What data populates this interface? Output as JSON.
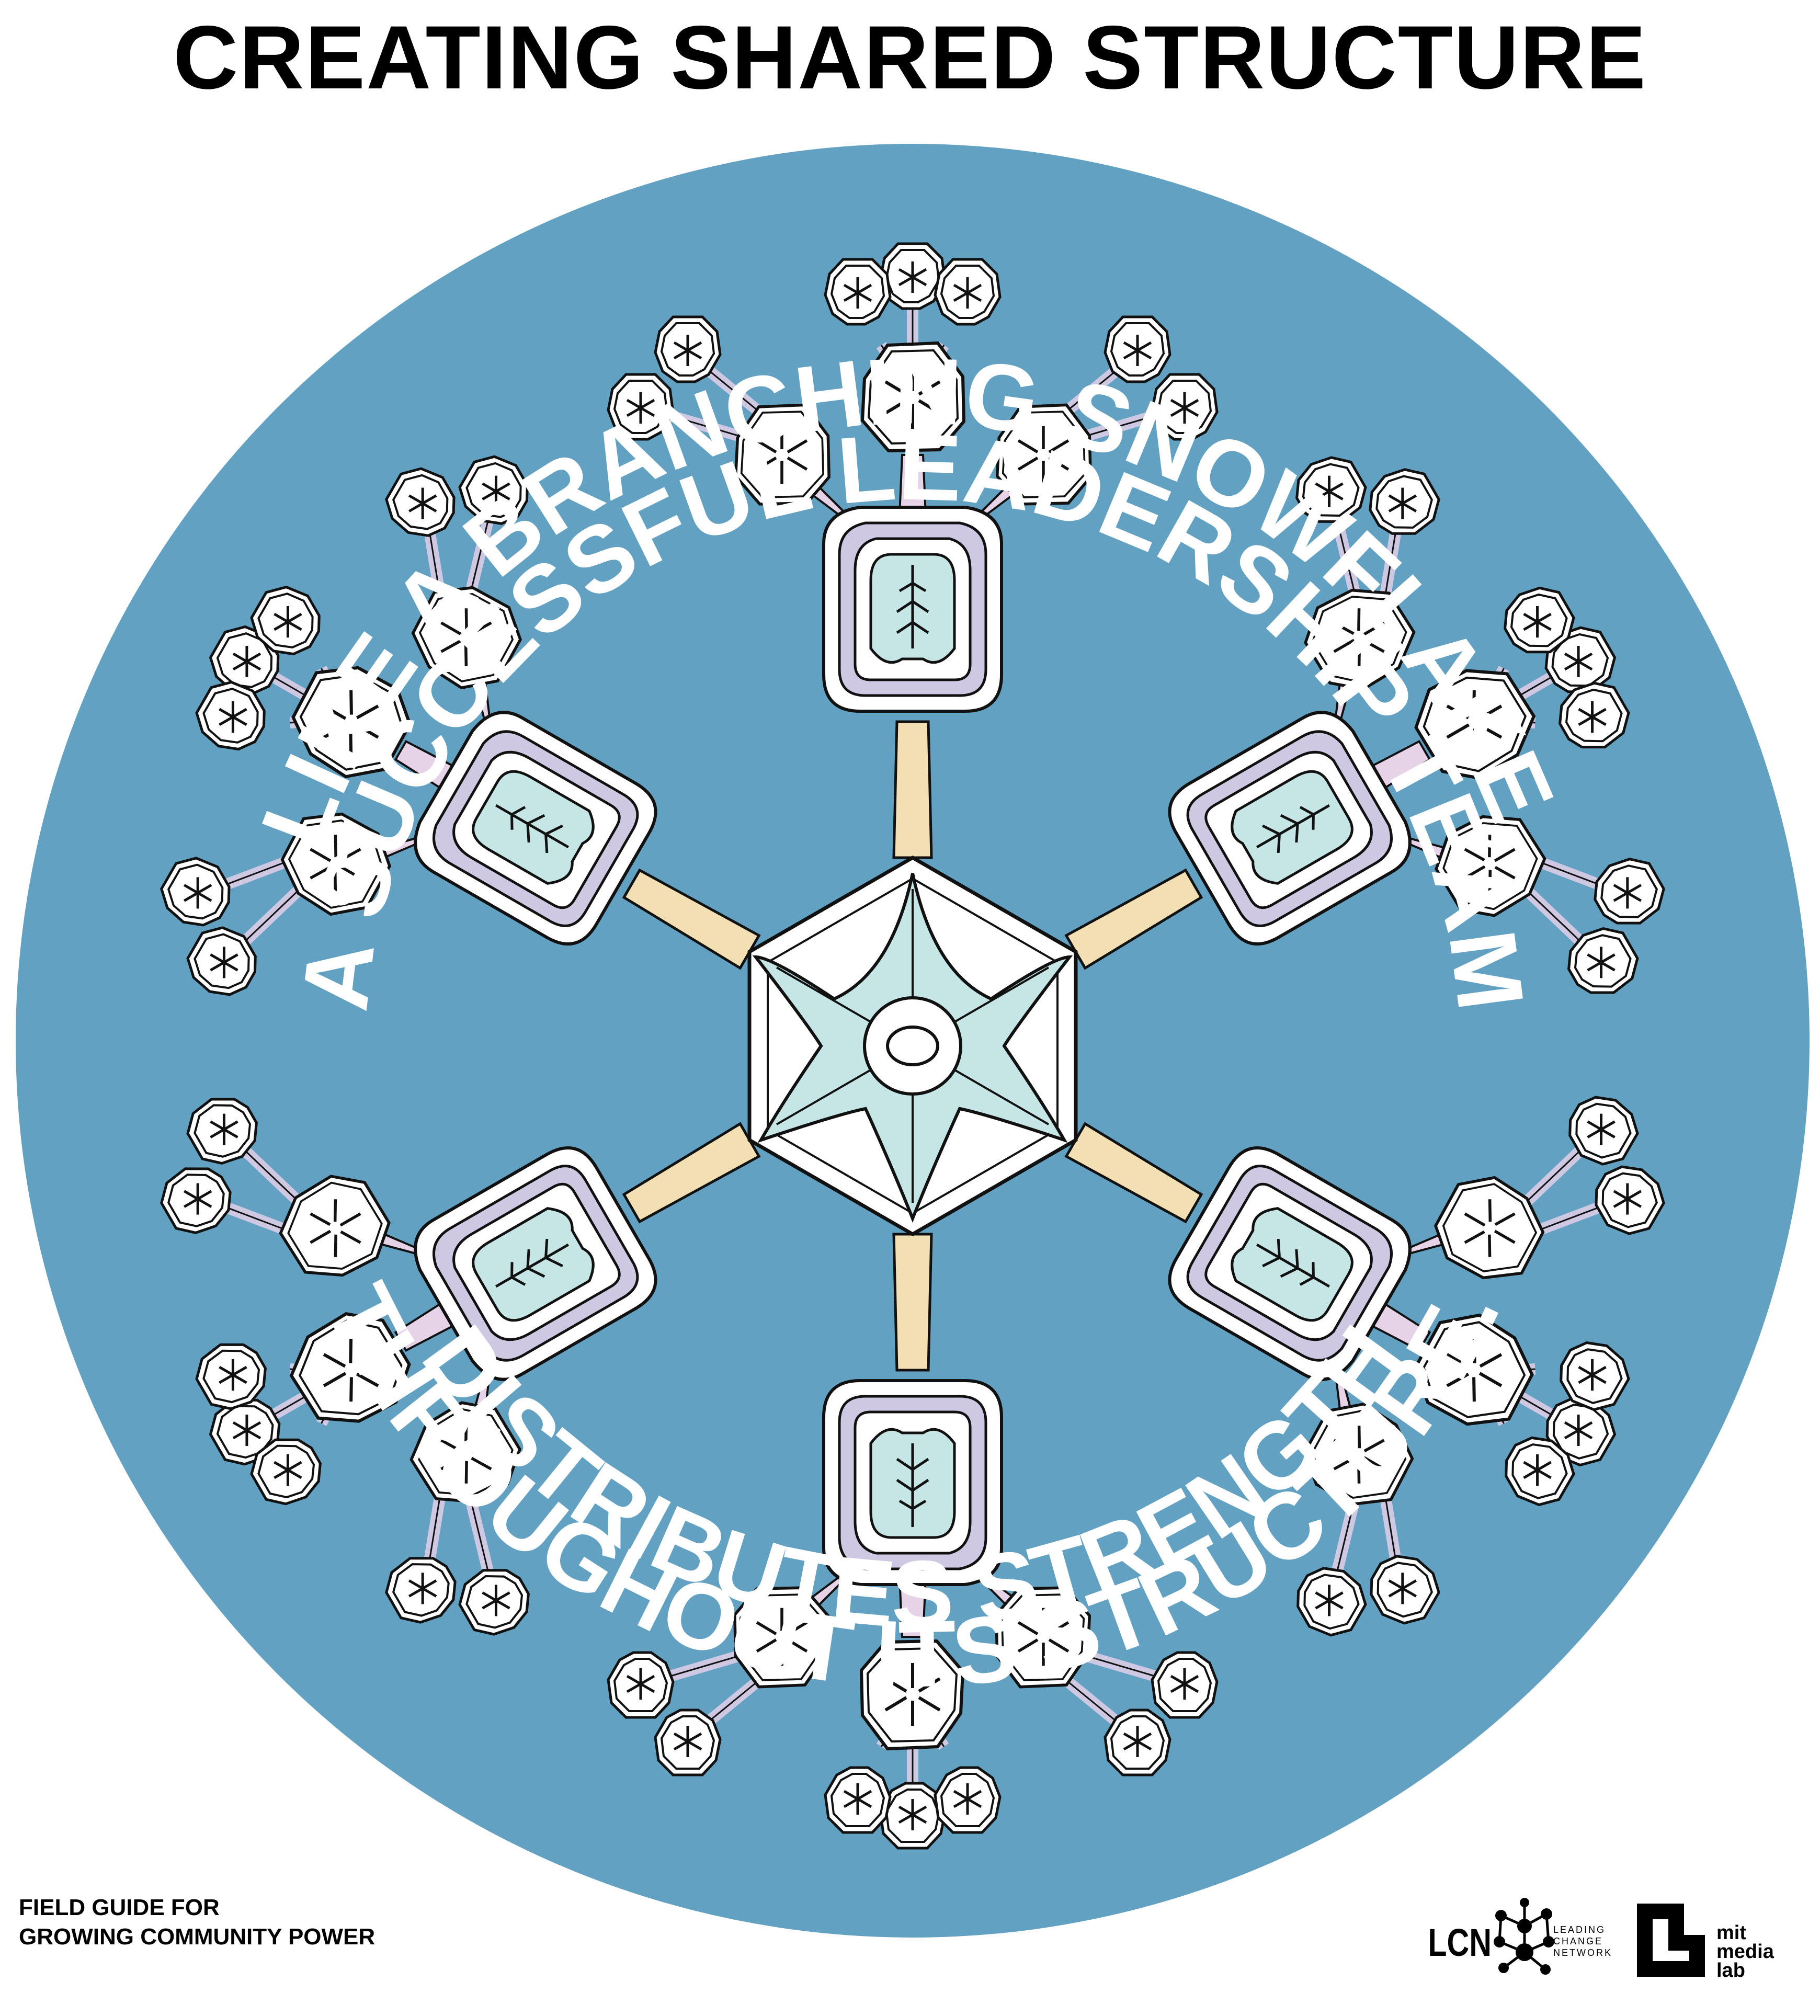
{
  "poster": {
    "title": "CREATING SHARED STRUCTURE",
    "arc_top_line_1": "LIKE A BRANCHING SNOWFLAKE,",
    "arc_top_line_2": "A SUCCESSFUL LEADERSHIP TEAM",
    "arc_bottom_line_1": "DISTRIBUTES STRENGTH",
    "arc_bottom_line_2": "THROUGHOUT ITS STRUCTURE."
  },
  "footer": {
    "line_1": "FIELD GUIDE FOR",
    "line_2": "GROWING COMMUNITY POWER"
  },
  "logos": {
    "lcn_abbrev": "LCN",
    "lcn_line_1": "LEADING",
    "lcn_line_2": "CHANGE",
    "lcn_line_3": "NETWORK",
    "mit_line_1": "mit",
    "mit_line_2": "media",
    "mit_line_3": "lab"
  },
  "colors": {
    "circle": "#62a1c1",
    "crystal_white": "#ffffff",
    "teal": "#c6e6e6",
    "lavender": "#cfc8e2",
    "pink": "#e7d3e7",
    "yellow": "#f2e0b4",
    "outline": "#111111"
  },
  "icons": {
    "snowflake": "snowflake-icon",
    "lcn_logo": "network-nodes-icon",
    "mit_logo": "mit-media-lab-mark-icon"
  }
}
